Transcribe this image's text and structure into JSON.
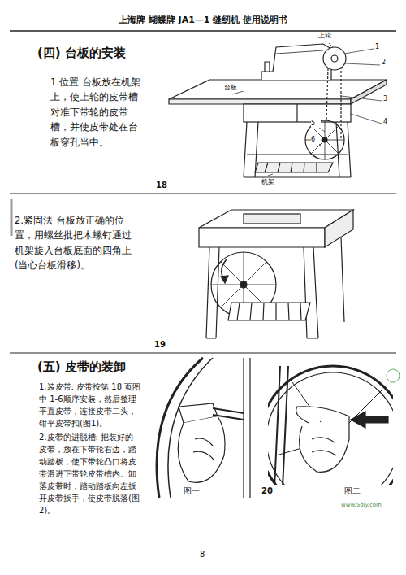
{
  "diagram": {
    "title": "上海牌 蝴蝶牌 JA1—1 缝纫机 使用说明书",
    "labels": [
      "(四) 台板的安装",
      "1.位置 台板放在机架上，使上轮的皮带槽对准下带轮的皮带槽，并使皮带处在台板穿孔当中。",
      "上轮",
      "1",
      "2",
      "3",
      "4",
      "台板",
      "5",
      "6",
      "机架",
      "18",
      "2.紧固法 台板放正确的位置，用螺丝批把木螺钉通过机架旋入台板底面的四角上(当心台板滑移)。",
      "19",
      "(五) 皮带的装卸",
      "1.装皮带: 皮带按第 18 页图中 1-6顺序安装，然后整理平直皮带，连接皮带二头，钳平皮带扣(图1)。",
      "2.皮带的进脱槽: 把装好的皮带，放在下带轮右边，踏动踏板，使下带轮凸口将皮带滑进下带轮皮带槽内。卸落皮带时，踏动踏板向左扳开皮带扳手，使皮带脱落(图2)。",
      "20",
      "图一",
      "图二",
      "8",
      "www.5diy.com"
    ]
  }
}
